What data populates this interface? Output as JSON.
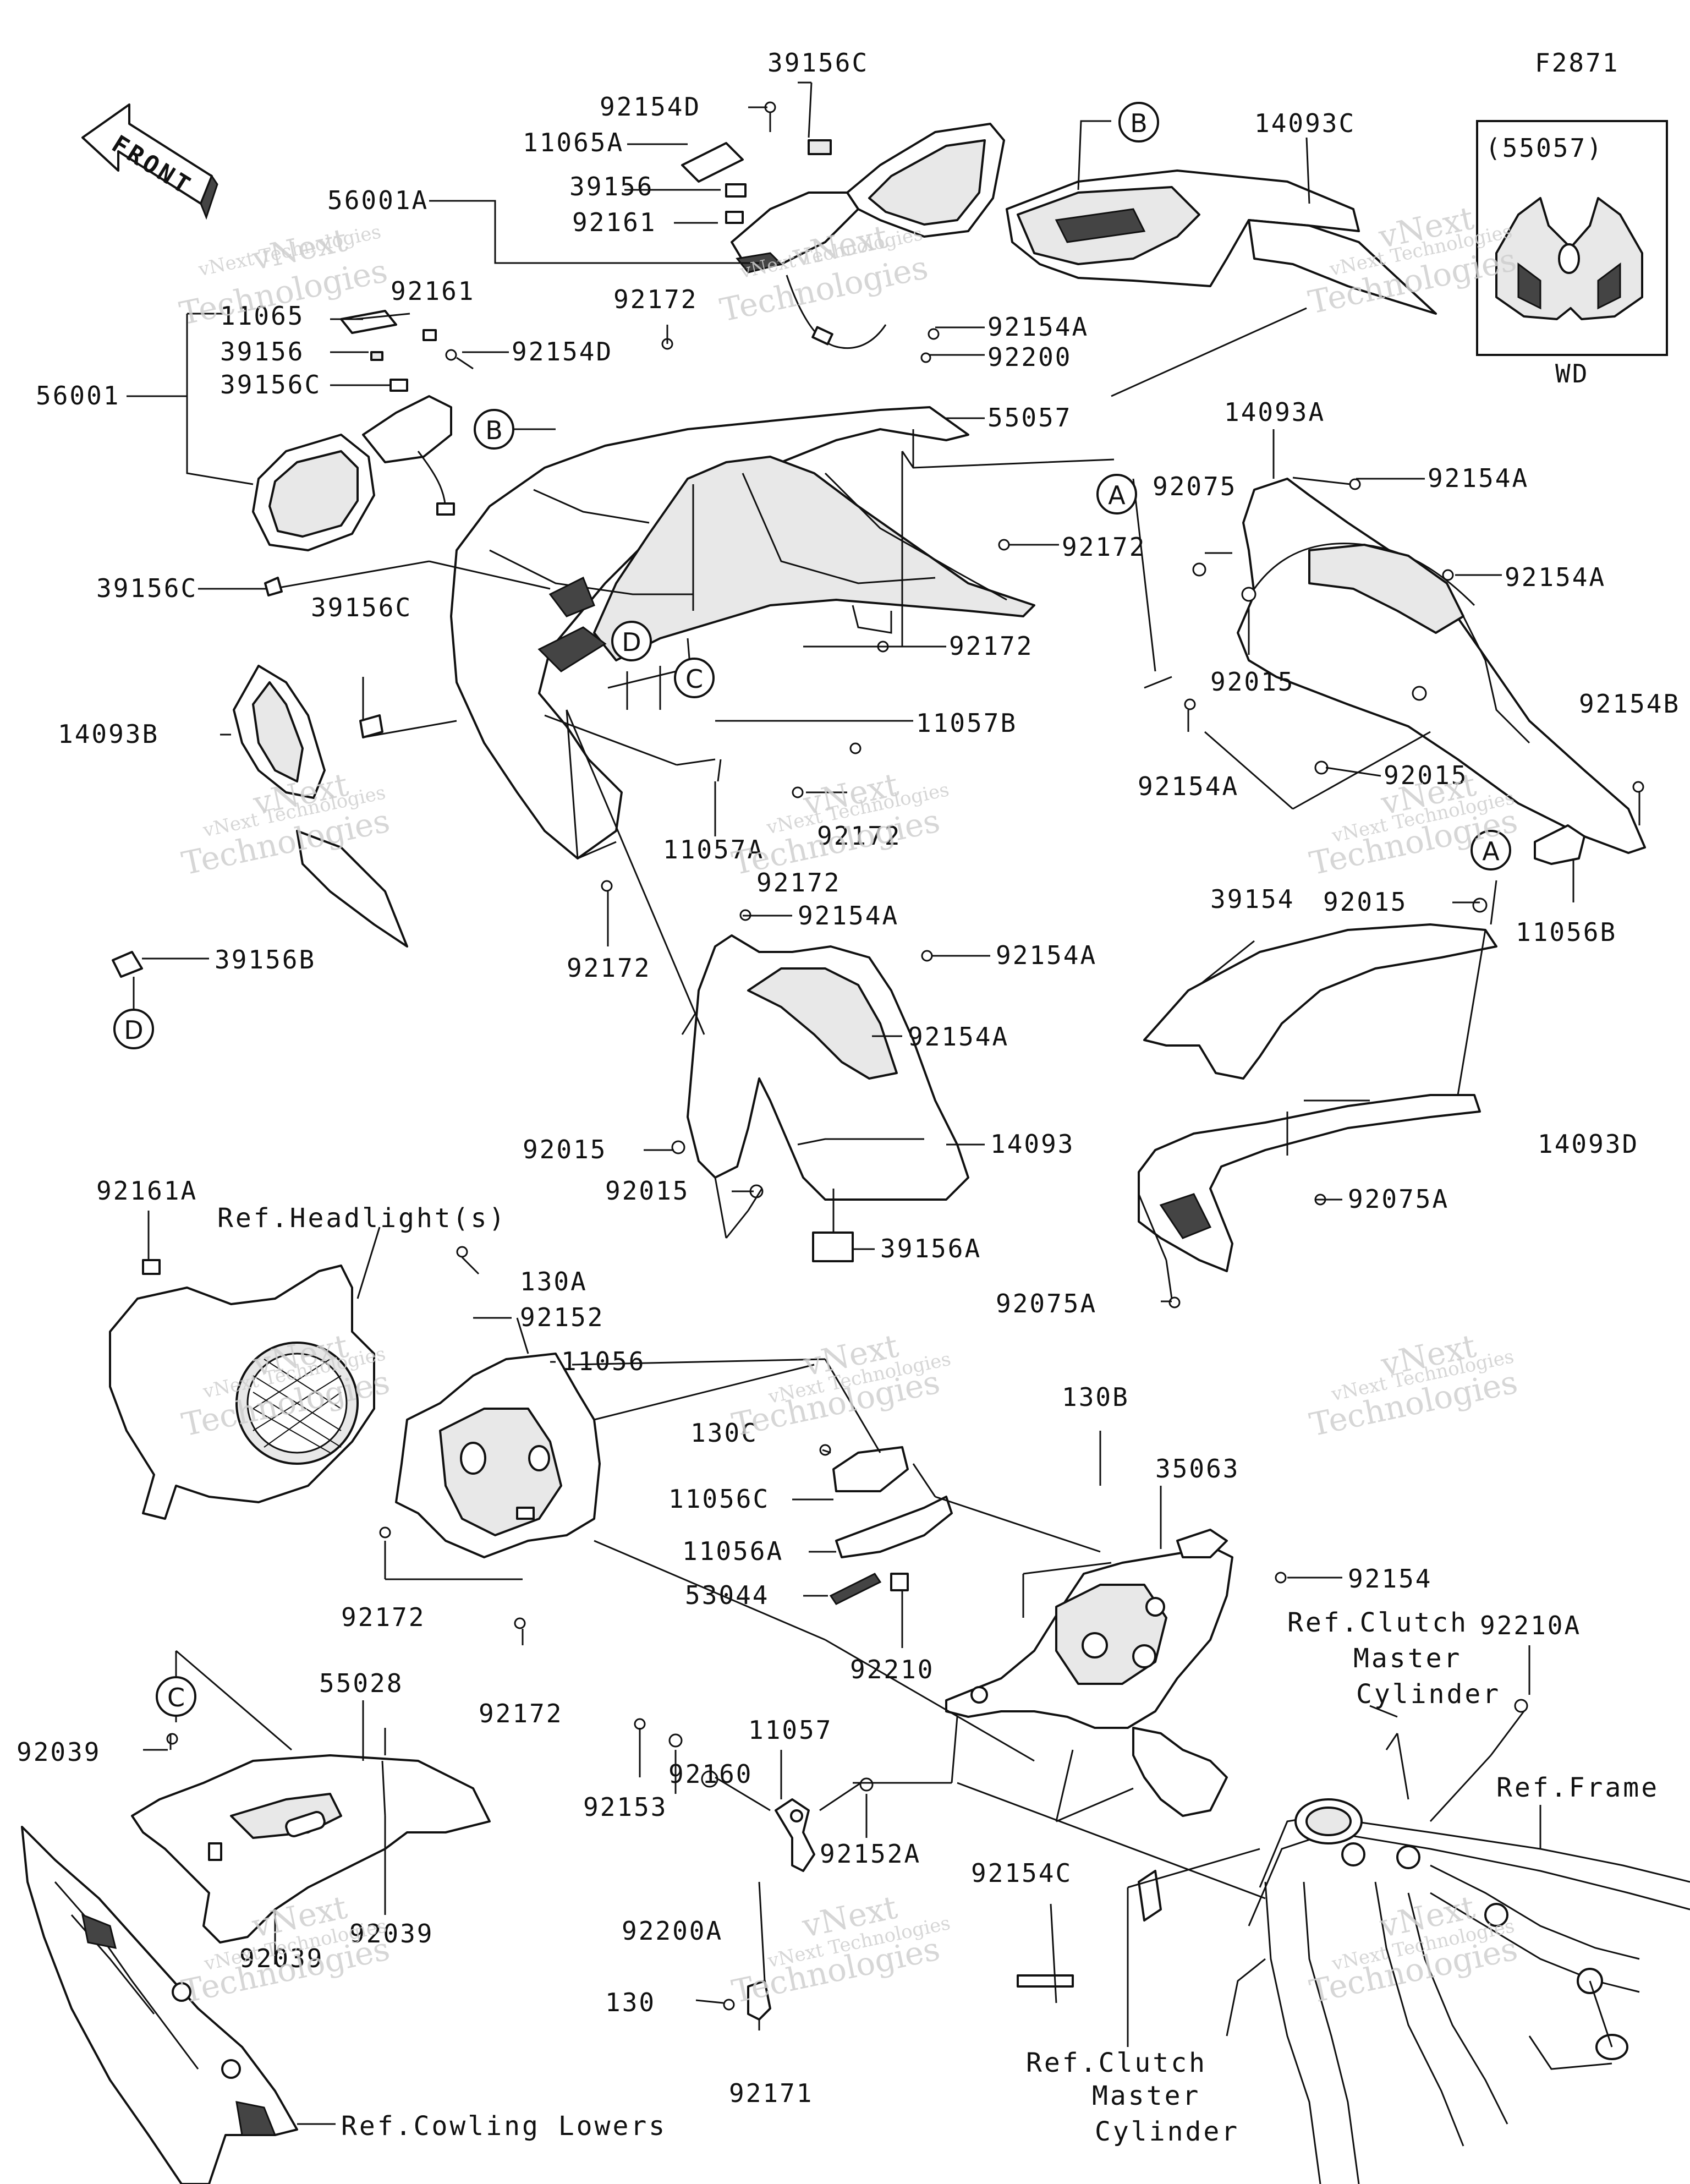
{
  "diagram_code": "F2871",
  "front_arrow_text": "FRONT",
  "wd_box": {
    "part_number": "(55057)",
    "caption": "WD"
  },
  "watermark": {
    "company": "vNext Technologies",
    "brand_line1": "vNext",
    "brand_line2": "Technologies"
  },
  "callouts": {
    "A": "A",
    "B": "B",
    "C": "C",
    "D": "D"
  },
  "labels": {
    "p39156C_top": "39156C",
    "p92154D_top": "92154D",
    "p11065A": "11065A",
    "p56001A": "56001A",
    "p39156_top": "39156",
    "p92161_top": "92161",
    "p14093C": "14093C",
    "p11065": "11065",
    "p92161_left": "92161",
    "p39156_left": "39156",
    "p39156C_left": "39156C",
    "p92154D_left": "92154D",
    "p56001": "56001",
    "p92172_a": "92172",
    "p92154A_a": "92154A",
    "p92200": "92200",
    "p55057": "55057",
    "p14093A": "14093A",
    "p92075": "92075",
    "p92154A_b": "92154A",
    "p92172_b": "92172",
    "p92154A_c": "92154A",
    "p39156C_mid": "39156C",
    "p92172_c": "92172",
    "p39156C_mid2": "39156C",
    "p92015_a": "92015",
    "p14093B": "14093B",
    "p11057B": "11057B",
    "p92154B": "92154B",
    "p92015_b": "92015",
    "p92154A_d": "92154A",
    "p11057A": "11057A",
    "p92172_d": "92172",
    "p92172_e": "92172",
    "p92015_c": "92015",
    "p11056B": "11056B",
    "p39154": "39154",
    "p39156B": "39156B",
    "p92154A_e": "92154A",
    "p92154A_f": "92154A",
    "p92172_f": "92172",
    "p92154A_g": "92154A",
    "p92015_d": "92015",
    "p14093D": "14093D",
    "p14093": "14093",
    "p92015_e": "92015",
    "p92075A_a": "92075A",
    "p92161A": "92161A",
    "p39156A": "39156A",
    "p92075A_b": "92075A",
    "p130A": "130A",
    "p92152": "92152",
    "p11056": "11056",
    "p130C": "130C",
    "p130B": "130B",
    "p35063": "35063",
    "p11056C": "11056C",
    "p11056A": "11056A",
    "p53044": "53044",
    "p92154": "92154",
    "p92172_g": "92172",
    "p92210": "92210",
    "p92210A": "92210A",
    "p92172_h": "92172",
    "p55028": "55028",
    "p92039_a": "92039",
    "p11057": "11057",
    "p92160": "92160",
    "p92153": "92153",
    "p92152A": "92152A",
    "p92200A": "92200A",
    "p92154C": "92154C",
    "p92039_b": "92039",
    "p92039_c": "92039",
    "p130": "130",
    "p92171": "92171"
  },
  "references": {
    "headlight": "Ref.Headlight(s)",
    "clutch_top_1": "Ref.Clutch",
    "clutch_top_2": "Master",
    "clutch_top_3": "Cylinder",
    "frame": "Ref.Frame",
    "clutch_bottom_1": "Ref.Clutch",
    "clutch_bottom_2": "Master",
    "clutch_bottom_3": "Cylinder",
    "cowling_lowers": "Ref.Cowling Lowers"
  }
}
